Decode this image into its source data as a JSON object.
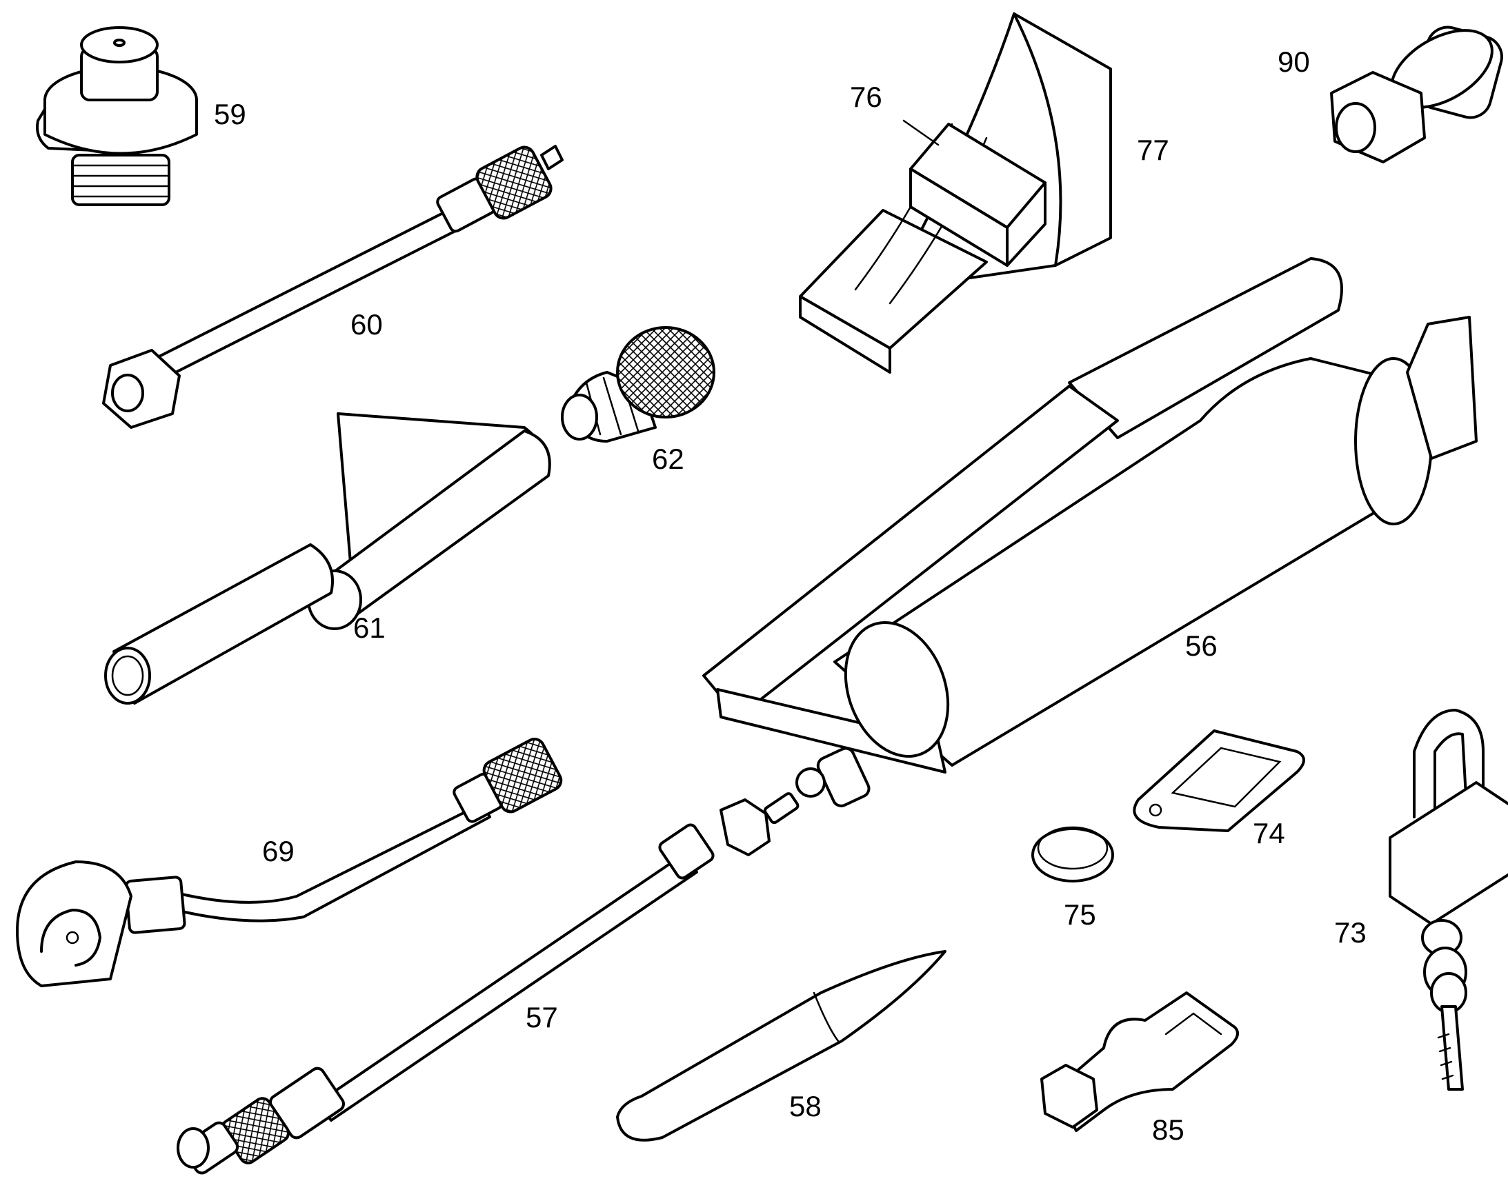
{
  "colors": {
    "line": "#000000",
    "background": "#ffffff"
  },
  "parts": [
    {
      "id": "nozzle-cap",
      "number": "59"
    },
    {
      "id": "extension-rod",
      "number": "60"
    },
    {
      "id": "tube-sleeve",
      "number": "61"
    },
    {
      "id": "knurled-adapter",
      "number": "62"
    },
    {
      "id": "wheel-chock-insert",
      "number": "76"
    },
    {
      "id": "wheel-chock",
      "number": "77"
    },
    {
      "id": "socket-nut",
      "number": "90"
    },
    {
      "id": "grease-gun",
      "number": "56"
    },
    {
      "id": "bent-nozzle-hose",
      "number": "69"
    },
    {
      "id": "flexible-hose",
      "number": "57"
    },
    {
      "id": "tapered-pin",
      "number": "58"
    },
    {
      "id": "key-tag",
      "number": "74"
    },
    {
      "id": "split-ring",
      "number": "75"
    },
    {
      "id": "padlock",
      "number": "73"
    },
    {
      "id": "hex-key",
      "number": "85"
    }
  ]
}
